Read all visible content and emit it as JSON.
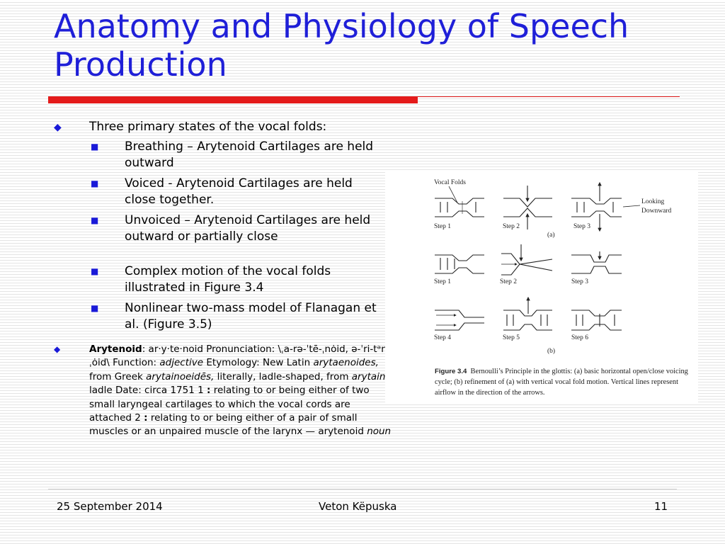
{
  "title": "Anatomy and Physiology of Speech Production",
  "accent_color": "#e41b1b",
  "title_color": "#1f1fd8",
  "bullets": {
    "main": "Three primary states of the vocal folds:",
    "sub": [
      "Breathing – Arytenoid Cartilages are held outward",
      "Voiced - Arytenoid Cartilages are held close together.",
      "Unvoiced – Arytenoid Cartilages are held outward or partially close",
      "Complex motion of the vocal folds illustrated in Figure 3.4",
      "Nonlinear two-mass model of Flanagan et al. (Figure 3.5)"
    ]
  },
  "definition": {
    "term": "Arytenoid",
    "pron_lead": ": ar·y·te·noid Pronunciation: \\ˌa-rə-ˈtē-ˌnȯid, ə-ˈri-tᵊn-ˌȯid\\ Function: ",
    "function": "adjective",
    "etym_lead": " Etymology: New Latin ",
    "latin": "arytaenoides,",
    "greek_lead": " from Greek ",
    "greek": "arytainoeidēs,",
    "literal_lead": " literally, ladle-shaped, from ",
    "greek2": "arytaina",
    "sense1_lead": " ladle Date: circa 1751 1 ",
    "colon": ":",
    "sense1": " relating to or being either of two small laryngeal cartilages to which the vocal cords are attached 2 ",
    "sense2": " relating to or being either of a pair of small muscles or an unpaired muscle of the larynx — arytenoid ",
    "pos": "noun"
  },
  "figure": {
    "vocal_folds_label": "Vocal Folds",
    "looking_downward": [
      "Looking",
      "Downward"
    ],
    "row_a": [
      "Step 1",
      "Step 2",
      "Step 3"
    ],
    "part_a": "(a)",
    "row_b1": [
      "Step 1",
      "Step 2",
      "Step 3"
    ],
    "row_b2": [
      "Step 4",
      "Step 5",
      "Step 6"
    ],
    "part_b": "(b)",
    "caption_num": "Figure 3.4",
    "caption_text": "Bernoulli’s Principle in the glottis: (a) basic horizontal open/close voicing cycle; (b) refinement of (a) with vertical vocal fold motion. Vertical lines represent airflow in the direction of the arrows."
  },
  "footer": {
    "date": "25 September 2014",
    "author": "Veton Këpuska",
    "page": "11"
  }
}
